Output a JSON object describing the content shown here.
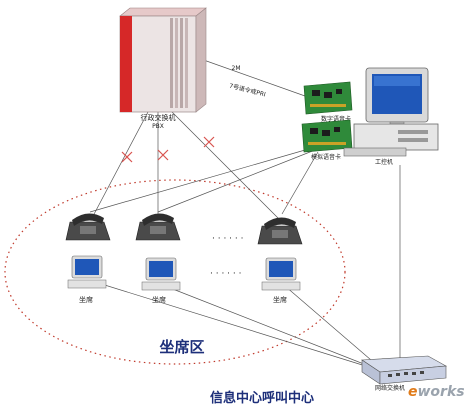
{
  "pbx": {
    "label_line1": "行政交换机",
    "label_line2": "PBX"
  },
  "trunk": {
    "label_line1": "2M",
    "label_line2": "7号语令或PRI"
  },
  "digital_card": {
    "label": "数字语音卡"
  },
  "analog_card": {
    "label": "模拟语音卡"
  },
  "ipc": {
    "label": "工控机"
  },
  "seats": [
    {
      "label": "坐席"
    },
    {
      "label": "坐席"
    },
    {
      "label": "坐席"
    }
  ],
  "ellipsis_phones": "· · · · · ·",
  "ellipsis_seats": "· · · · · ·",
  "zone": {
    "label": "坐席区"
  },
  "switch": {
    "label": "网络交换机"
  },
  "center": {
    "label": "信息中心呼叫中心"
  },
  "watermark": {
    "prefix": "e",
    "suffix": "works"
  },
  "colors": {
    "zone_border": "#c0392b",
    "title_text": "#1d2f7a",
    "link_cross": "#d9534f",
    "pbx_stripe": "#d62828"
  }
}
